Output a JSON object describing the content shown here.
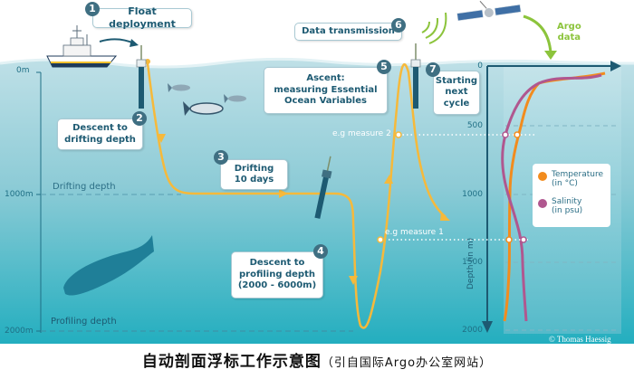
{
  "steps": [
    {
      "num": "1",
      "label": "Float deployment"
    },
    {
      "num": "2",
      "label": "Descent to drifting depth",
      "line1": "Descent to",
      "line2": "drifting depth"
    },
    {
      "num": "3",
      "label": "Drifting 10 days",
      "line1": "Drifting",
      "line2": "10 days"
    },
    {
      "num": "4",
      "label": "Descent to profiling depth (2000 - 6000m)",
      "line1": "Descent to",
      "line2": "profiling depth",
      "line3": "(2000 - 6000m)"
    },
    {
      "num": "5",
      "label": "Ascent: measuring Essential Ocean Variables",
      "line1": "Ascent:",
      "line2": "measuring Essential",
      "line3": "Ocean Variables"
    },
    {
      "num": "6",
      "label": "Data transmission"
    },
    {
      "num": "7",
      "label": "Starting next cycle",
      "line1": "Starting",
      "line2": "next",
      "line3": "cycle"
    }
  ],
  "depth_markers": {
    "surface": "0m",
    "drifting_value": "1000m",
    "drifting_label": "Drifting depth",
    "profiling_value": "2000m",
    "profiling_label": "Profiling depth"
  },
  "measures": {
    "m1": "e.g measure 1",
    "m2": "e.g measure 2"
  },
  "argo_data_label": {
    "line1": "Argo",
    "line2": "data"
  },
  "profile_chart": {
    "y_axis_label": "Depth (in m)",
    "ticks": [
      "0",
      "500",
      "1000",
      "1500",
      "2000"
    ],
    "legend": [
      {
        "name": "Temperature",
        "unit": "(in °C)",
        "color": "#f28c1e"
      },
      {
        "name": "Salinity",
        "unit": "(in psu)",
        "color": "#b0578f"
      }
    ]
  },
  "credit": "© Thomas Haessig",
  "caption": {
    "main": "自动剖面浮标工作示意图",
    "sub": "（引自国际Argo办公室网站）"
  },
  "colors": {
    "trajectory": "#f6b93b",
    "badge": "#3f6f82",
    "text_dark": "#1d5a72",
    "signal_green": "#8cc43c",
    "temperature": "#f28c1e",
    "salinity": "#b0578f"
  },
  "chart_data": {
    "type": "line",
    "title": "",
    "xlabel": "",
    "ylabel": "Depth (in m)",
    "ylim": [
      2000,
      0
    ],
    "y_ticks": [
      0,
      500,
      1000,
      1500,
      2000
    ],
    "grid": true,
    "legend_position": "right-center",
    "series": [
      {
        "name": "Temperature (in °C)",
        "depth": [
          0,
          100,
          200,
          300,
          500,
          700,
          1000,
          1350,
          1500,
          1900
        ],
        "x_rel": [
          0.88,
          0.55,
          0.35,
          0.28,
          0.18,
          0.14,
          0.13,
          0.13,
          0.12,
          0.11
        ]
      },
      {
        "name": "Salinity (in psu)",
        "depth": [
          0,
          100,
          200,
          300,
          500,
          700,
          1000,
          1350,
          1500,
          1900
        ],
        "x_rel": [
          0.85,
          0.55,
          0.33,
          0.22,
          0.11,
          0.09,
          0.16,
          0.24,
          0.25,
          0.26
        ]
      }
    ],
    "annotations": [
      "e.g measure 1 (~1350 m)",
      "e.g measure 2 (~530 m)"
    ]
  }
}
